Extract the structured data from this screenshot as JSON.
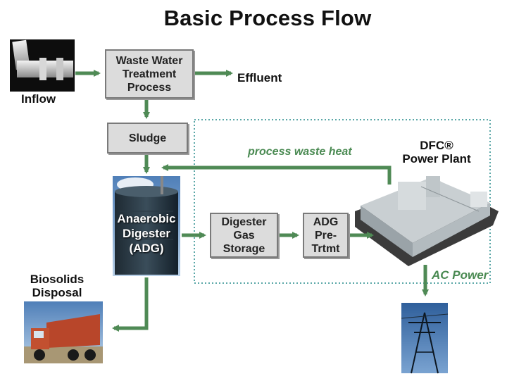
{
  "title": "Basic Process Flow",
  "boxes": {
    "wwtp": "Waste Water\nTreatment\nProcess",
    "sludge": "Sludge",
    "storage": "Digester\nGas\nStorage",
    "pretrmt": "ADG\nPre-\nTrtmt"
  },
  "labels": {
    "inflow": "Inflow",
    "effluent": "Effluent",
    "digester": "Anaerobic\nDigester\n(ADG)",
    "dfc": "DFC®\nPower Plant",
    "biosolids": "Biosolids\nDisposal",
    "heat": "process waste heat",
    "ac": "AC Power"
  },
  "colors": {
    "arrow": "#4f8a55",
    "dotted_boundary": "#5aa7a7",
    "box_fill": "#dcdcdc"
  }
}
